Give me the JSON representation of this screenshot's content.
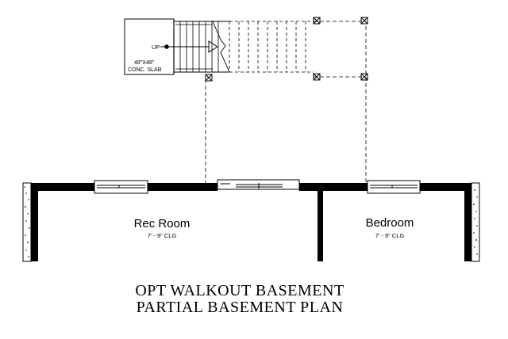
{
  "plan": {
    "title_line1": "OPT WALKOUT BASEMENT",
    "title_line2": "PARTIAL BASEMENT PLAN"
  },
  "stair": {
    "direction_label": "UP",
    "slab_label_line1": "48\"X48\"",
    "slab_label_line2": "CONC. SLAB"
  },
  "rooms": [
    {
      "name": "Rec Room",
      "ceiling": "7' - 9\" CLG"
    },
    {
      "name": "Bedroom",
      "ceiling": "7' - 9\" CLG"
    }
  ],
  "colors": {
    "ink": "#000000",
    "paper": "#ffffff",
    "wall": "#000000"
  }
}
